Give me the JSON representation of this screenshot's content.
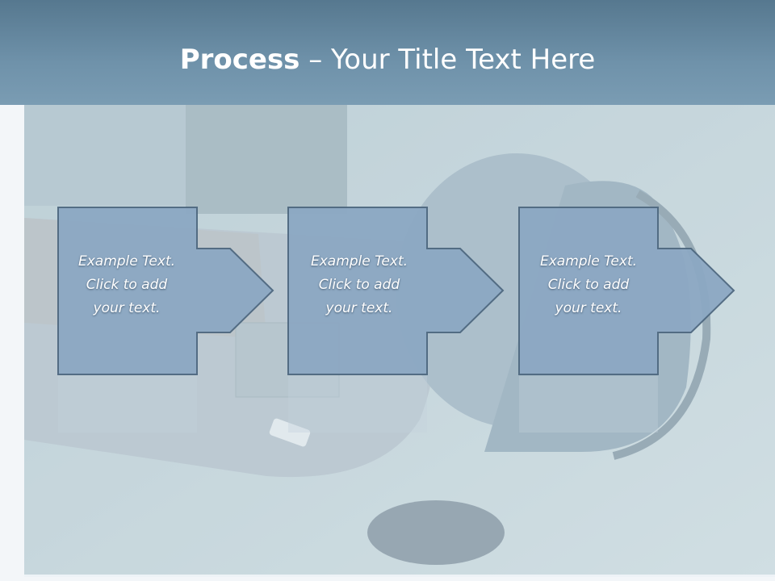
{
  "slide": {
    "title_strong": "Process",
    "title_rest": " – Your Title Text Here"
  },
  "steps": [
    {
      "line1": "Example Text.",
      "line2": "Click  to add",
      "line3": "your text."
    },
    {
      "line1": "Example Text.",
      "line2": "Click  to add",
      "line3": "your text."
    },
    {
      "line1": "Example Text.",
      "line2": "Click  to add",
      "line3": "your text."
    }
  ],
  "colors": {
    "header": "#6a8ca4",
    "box_fill": "#8ca8c3",
    "box_stroke": "#4e6880"
  }
}
